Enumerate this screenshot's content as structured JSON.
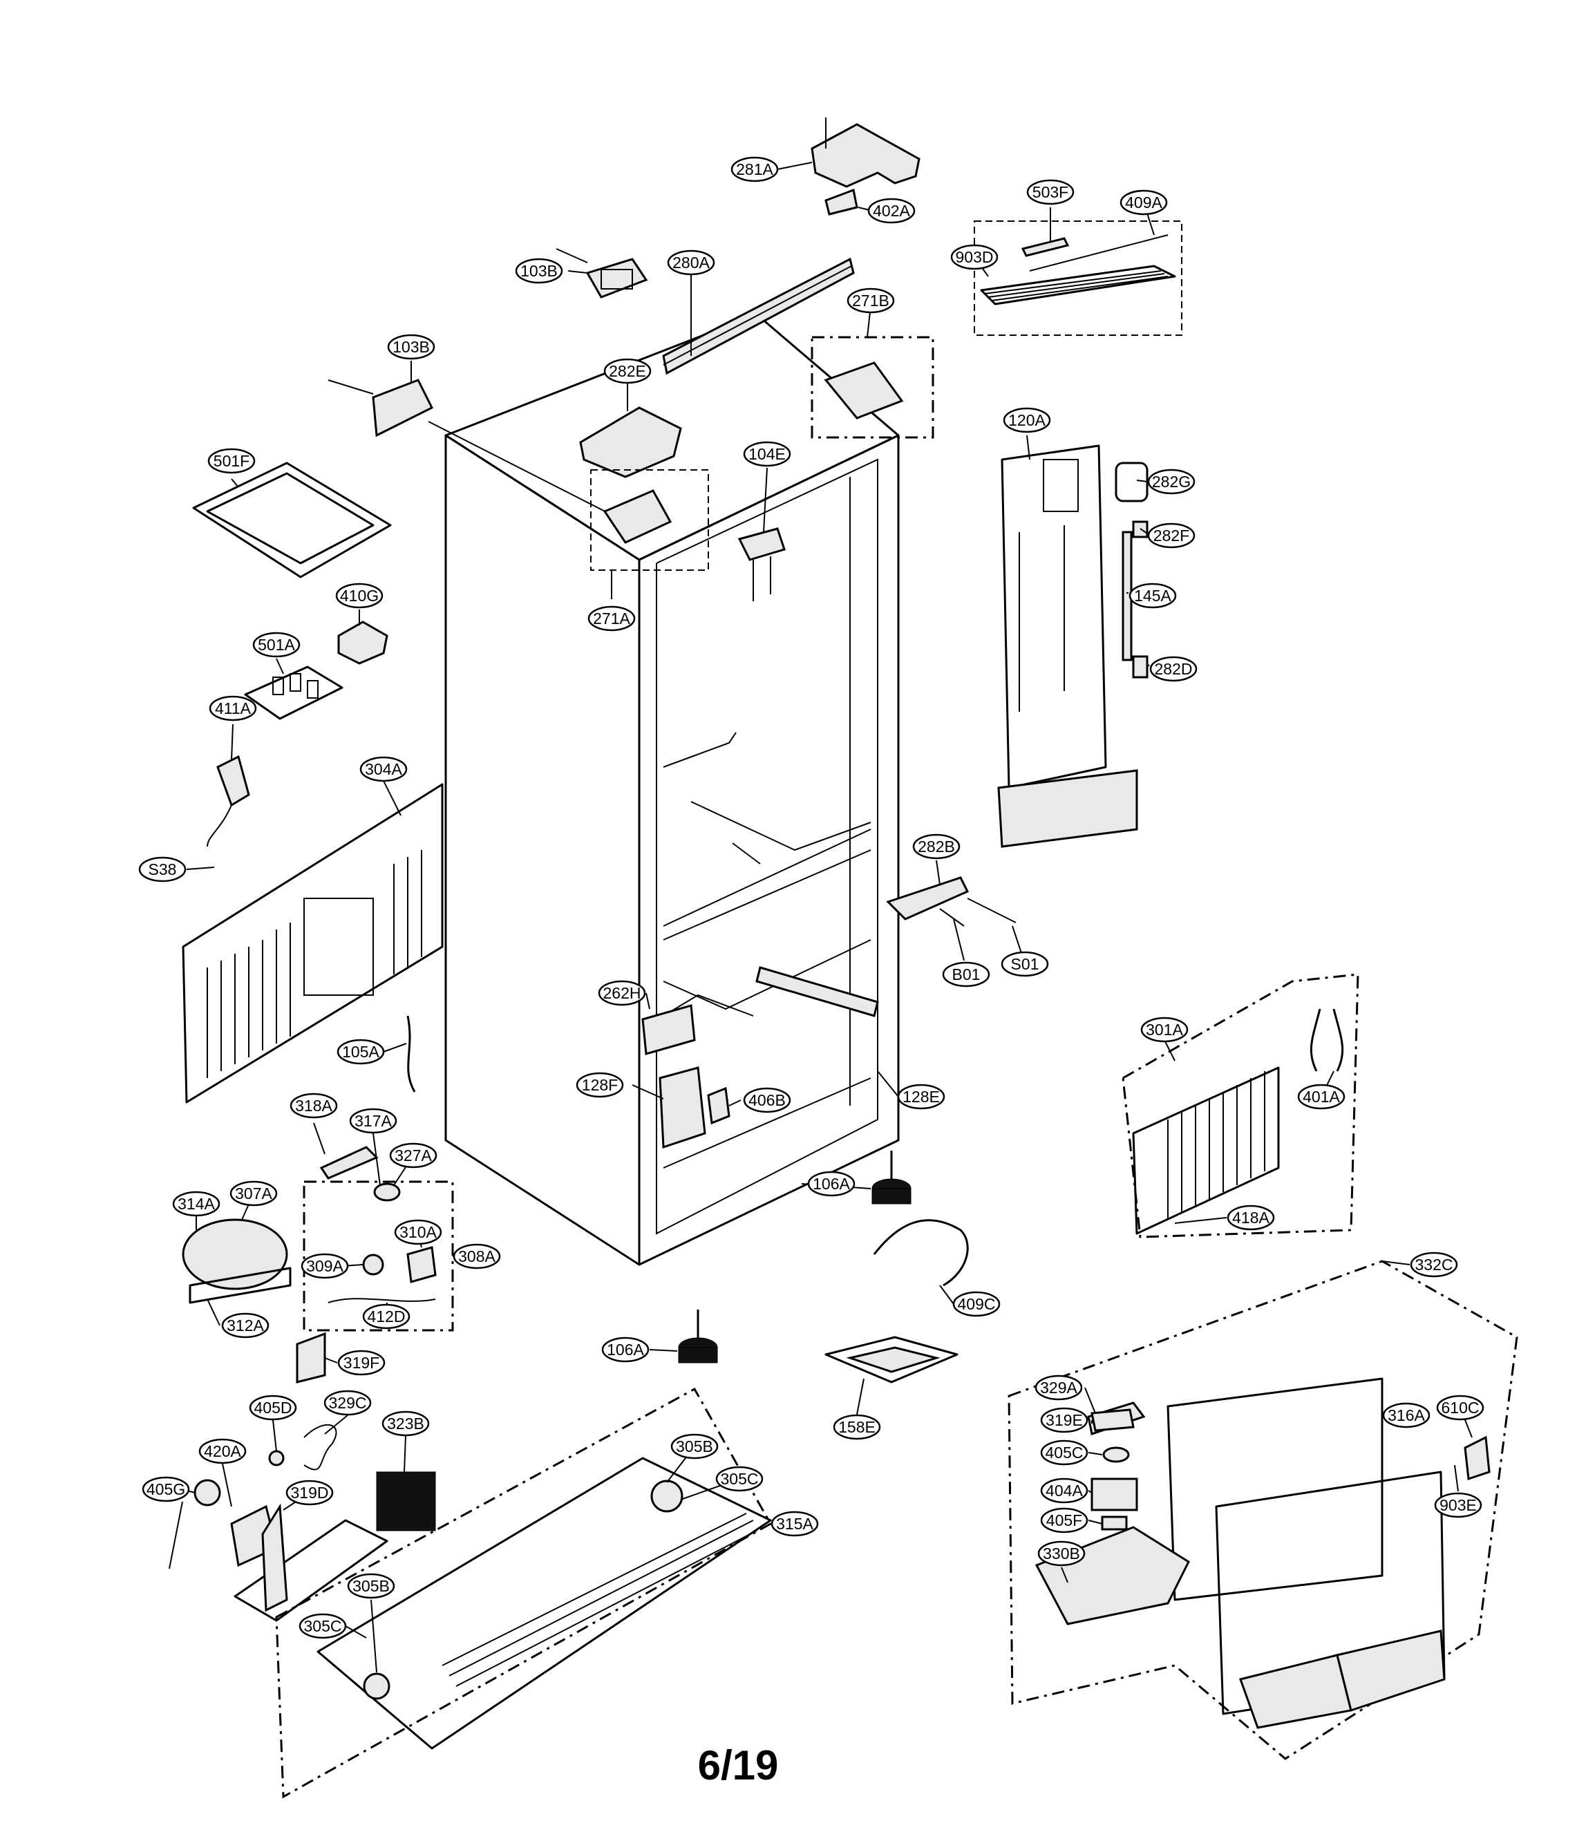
{
  "page_number": "6/19",
  "callouts": [
    {
      "id": "281A",
      "label": "281A"
    },
    {
      "id": "402A",
      "label": "402A"
    },
    {
      "id": "503F",
      "label": "503F"
    },
    {
      "id": "409A",
      "label": "409A"
    },
    {
      "id": "903D",
      "label": "903D"
    },
    {
      "id": "103B-top",
      "label": "103B"
    },
    {
      "id": "280A",
      "label": "280A"
    },
    {
      "id": "271B",
      "label": "271B"
    },
    {
      "id": "103B-left",
      "label": "103B"
    },
    {
      "id": "282E",
      "label": "282E"
    },
    {
      "id": "120A",
      "label": "120A"
    },
    {
      "id": "104E",
      "label": "104E"
    },
    {
      "id": "282G",
      "label": "282G"
    },
    {
      "id": "501F",
      "label": "501F"
    },
    {
      "id": "282F",
      "label": "282F"
    },
    {
      "id": "410G",
      "label": "410G"
    },
    {
      "id": "271A",
      "label": "271A"
    },
    {
      "id": "145A",
      "label": "145A"
    },
    {
      "id": "501A",
      "label": "501A"
    },
    {
      "id": "282D",
      "label": "282D"
    },
    {
      "id": "411A",
      "label": "411A"
    },
    {
      "id": "304A",
      "label": "304A"
    },
    {
      "id": "S38",
      "label": "S38"
    },
    {
      "id": "282B",
      "label": "282B"
    },
    {
      "id": "B01",
      "label": "B01"
    },
    {
      "id": "S01",
      "label": "S01"
    },
    {
      "id": "262H",
      "label": "262H"
    },
    {
      "id": "301A",
      "label": "301A"
    },
    {
      "id": "105A",
      "label": "105A"
    },
    {
      "id": "128F",
      "label": "128F"
    },
    {
      "id": "406B",
      "label": "406B"
    },
    {
      "id": "128E",
      "label": "128E"
    },
    {
      "id": "401A",
      "label": "401A"
    },
    {
      "id": "318A",
      "label": "318A"
    },
    {
      "id": "317A",
      "label": "317A"
    },
    {
      "id": "327A",
      "label": "327A"
    },
    {
      "id": "106A-mid",
      "label": "106A"
    },
    {
      "id": "314A",
      "label": "314A"
    },
    {
      "id": "307A",
      "label": "307A"
    },
    {
      "id": "310A",
      "label": "310A"
    },
    {
      "id": "418A",
      "label": "418A"
    },
    {
      "id": "308A",
      "label": "308A"
    },
    {
      "id": "309A",
      "label": "309A"
    },
    {
      "id": "332C",
      "label": "332C"
    },
    {
      "id": "409C",
      "label": "409C"
    },
    {
      "id": "312A",
      "label": "312A"
    },
    {
      "id": "412D",
      "label": "412D"
    },
    {
      "id": "106A-low",
      "label": "106A"
    },
    {
      "id": "319F",
      "label": "319F"
    },
    {
      "id": "158E",
      "label": "158E"
    },
    {
      "id": "329A",
      "label": "329A"
    },
    {
      "id": "316A",
      "label": "316A"
    },
    {
      "id": "405D",
      "label": "405D"
    },
    {
      "id": "329C",
      "label": "329C"
    },
    {
      "id": "323B",
      "label": "323B"
    },
    {
      "id": "610C",
      "label": "610C"
    },
    {
      "id": "319E",
      "label": "319E"
    },
    {
      "id": "420A",
      "label": "420A"
    },
    {
      "id": "305B-top",
      "label": "305B"
    },
    {
      "id": "405C",
      "label": "405C"
    },
    {
      "id": "305C-top",
      "label": "305C"
    },
    {
      "id": "405G",
      "label": "405G"
    },
    {
      "id": "319D",
      "label": "319D"
    },
    {
      "id": "404A",
      "label": "404A"
    },
    {
      "id": "903E",
      "label": "903E"
    },
    {
      "id": "315A",
      "label": "315A"
    },
    {
      "id": "405F",
      "label": "405F"
    },
    {
      "id": "330B",
      "label": "330B"
    },
    {
      "id": "305B-low",
      "label": "305B"
    },
    {
      "id": "305C-low",
      "label": "305C"
    }
  ]
}
